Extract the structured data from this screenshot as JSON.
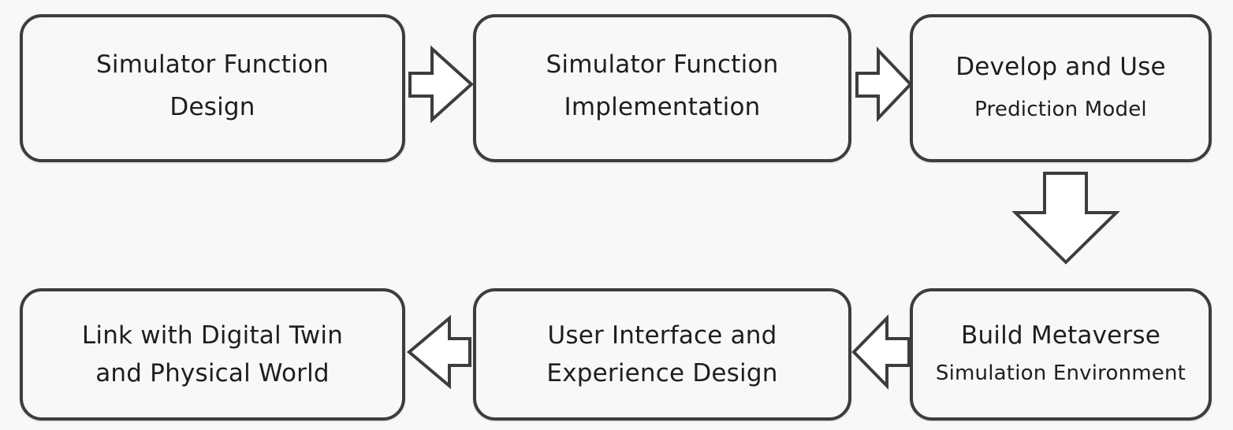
{
  "diagram": {
    "steps": [
      {
        "id": "b1",
        "line1": "Simulator Function",
        "line2": "Design"
      },
      {
        "id": "b2",
        "line1": "Simulator Function",
        "line2": "Implementation"
      },
      {
        "id": "b3",
        "line1": "Develop and Use",
        "line2": "Prediction Model"
      },
      {
        "id": "b4",
        "line1": "Build Metaverse",
        "line2": "Simulation Environment"
      },
      {
        "id": "b5",
        "line1": "User Interface and",
        "line2": "Experience Design"
      },
      {
        "id": "b6",
        "line1": "Link with Digital Twin",
        "line2": "and Physical World"
      }
    ],
    "flow": [
      {
        "from": 1,
        "to": 2,
        "direction": "right"
      },
      {
        "from": 2,
        "to": 3,
        "direction": "right"
      },
      {
        "from": 3,
        "to": 4,
        "direction": "down"
      },
      {
        "from": 4,
        "to": 5,
        "direction": "left"
      },
      {
        "from": 5,
        "to": 6,
        "direction": "left"
      }
    ],
    "colors": {
      "stroke": "#3d3d3d",
      "text": "#1e1e1e",
      "background": "#f8f8f8",
      "arrow_fill": "#ffffff"
    }
  }
}
